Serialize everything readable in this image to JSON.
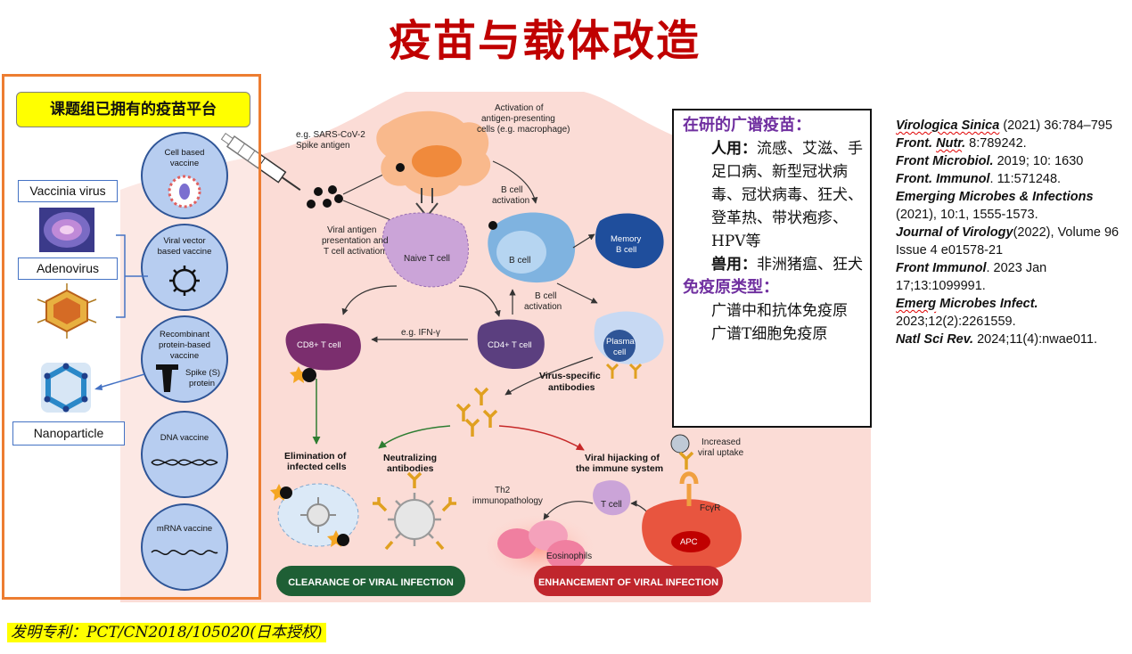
{
  "title": "疫苗与载体改造",
  "diagram": {
    "top_labels": {
      "sars": "e.g. SARS-CoV-2",
      "spike": "Spike antigen",
      "act1": "Activation of",
      "act2": "antigen-presenting",
      "act3": "cells (e.g. macrophage)",
      "vap1": "Viral antigen",
      "vap2": "presentation and",
      "vap3": "T cell activation",
      "naive": "Naive T cell",
      "bact1": "B cell",
      "bact2": "activation",
      "bcell": "B cell",
      "mem1": "Memory",
      "mem2": "B cell"
    },
    "mid_labels": {
      "cd8": "CD8+ T cell",
      "ifn": "e.g. IFN-γ",
      "cd4": "CD4+ T cell",
      "bact3": "B cell",
      "bact4": "activation",
      "plasma1": "Plasma",
      "plasma2": "cell",
      "vs1": "Virus-specific",
      "vs2": "antibodies"
    },
    "bottom_labels": {
      "elim1": "Elimination of",
      "elim2": "infected cells",
      "neut1": "Neutralizing",
      "neut2": "antibodies",
      "hijack1": "Viral hijacking of",
      "hijack2": "the immune system",
      "incr1": "Increased",
      "incr2": "viral uptake",
      "th2a": "Th2",
      "th2b": "immunopathology",
      "tcell": "T cell",
      "fcyr": "FcγR",
      "apc": "APC",
      "eos": "Eosinophils"
    },
    "clearance_label": "CLEARANCE OF VIRAL INFECTION",
    "enhancement_label": "ENHANCEMENT OF VIRAL INFECTION"
  },
  "platform": {
    "title": "课题组已拥有的疫苗平台",
    "circles": {
      "cell1": "Cell based",
      "cell2": "vaccine",
      "vv1": "Viral vector",
      "vv2": "based vaccine",
      "rp1": "Recombinant",
      "rp2": "protein-based",
      "rp3": "vaccine",
      "spike1": "Spike (S)",
      "spike2": "protein",
      "dna": "DNA vaccine",
      "mrna": "mRNA vaccine"
    },
    "tags": {
      "vaccinia": "Vaccinia virus",
      "adeno": "Adenovirus",
      "nano": "Nanoparticle"
    }
  },
  "broad": {
    "heading": "在研的广谱疫苗：",
    "bullet": "",
    "human_label": "人用：",
    "human_text": "流感、艾滋、手足口病、新型冠状病毒、冠状病毒、狂犬、登革热、带状疱疹、HPV等",
    "vet_label": "兽用：",
    "vet_text": "非洲猪瘟、狂犬",
    "immunogen_heading": "免疫原类型：",
    "imm1": "广谱中和抗体免疫原",
    "imm2": "广谱T细胞免疫原"
  },
  "refs": {
    "r1j": "Virologica Sinica",
    "r1t": " (2021) 36:784–795",
    "r2j1": "Front. ",
    "r2j2": "Nutr",
    "r2j3": ".",
    "r2t": " 8:789242.",
    "r3j": "Front Microbiol.",
    "r3t": " 2019; 10: 1630",
    "r4j": "Front. Immunol",
    "r4t": ". 11:571248.",
    "r5j": "Emerging Microbes & Infections",
    "r5t": " (2021), 10:1, 1555-1573.",
    "r6j": "Journal of Virology",
    "r6t": "(2022), Volume 96 Issue 4 e01578-21",
    "r7j": "Front Immunol",
    "r7t": ". 2023 Jan 17;13:1099991.",
    "r8j1": "Emerg",
    "r8j2": " Microbes Infect.",
    "r8t": " 2023;12(2):2261559.",
    "r9j": "Natl Sci Rev.",
    "r9t": " 2024;11(4):nwae011."
  },
  "patent": "发明专利：PCT/CN2018/105020(日本授权)"
}
